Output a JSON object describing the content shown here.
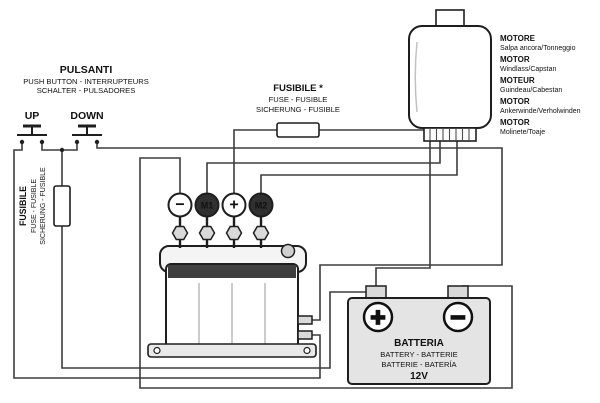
{
  "pulsanti": {
    "title": "PULSANTI",
    "subtitle1": "PUSH BUTTON - INTERRUPTEURS",
    "subtitle2": "SCHALTER - PULSADORES",
    "up_label": "UP",
    "down_label": "DOWN"
  },
  "fuse_left": {
    "title": "FUSIBILE",
    "subtitle1": "FUSE - FUSIBLE",
    "subtitle2": "SICHERUNG - FUSIBLE"
  },
  "fuse_main": {
    "title": "FUSIBILE *",
    "subtitle1": "FUSE - FUSIBLE",
    "subtitle2": "SICHERUNG - FUSIBLE"
  },
  "motor_labels": {
    "entries": [
      {
        "name": "MOTORE",
        "desc": "Salpa ancora/Tonneggio"
      },
      {
        "name": "MOTOR",
        "desc": "Windlass/Capstan"
      },
      {
        "name": "MOTEUR",
        "desc": "Guindeau/Cabestan"
      },
      {
        "name": "MOTOR",
        "desc": "Ankerwinde/Verholwinden"
      },
      {
        "name": "MOTOR",
        "desc": "Molinete/Toaje"
      }
    ]
  },
  "control_box": {
    "terminal_minus": "−",
    "terminal_m1": "M1",
    "terminal_plus": "+",
    "terminal_m2": "M2"
  },
  "battery": {
    "title": "BATTERIA",
    "subtitle1": "BATTERY - BATTERIE",
    "subtitle2": "BATTERIE - BATERÍA",
    "voltage": "12V",
    "plus": "+",
    "minus": "−"
  },
  "colors": {
    "wire": "#3d3d3d",
    "outline": "#1e1e1e",
    "battery_fill": "#e4e4e4",
    "terminal_dark": "#303030"
  }
}
